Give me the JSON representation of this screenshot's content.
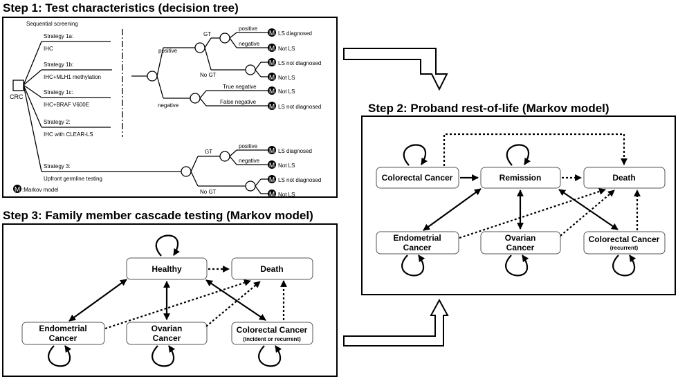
{
  "step1": {
    "title": "Step 1: Test characteristics (decision tree)",
    "sequential_label": "Sequential screening",
    "crc": "CRC",
    "strategies": [
      {
        "name": "Strategy 1a:",
        "desc": "IHC"
      },
      {
        "name": "Strategy 1b:",
        "desc": "IHC+MLH1 methylation"
      },
      {
        "name": "Strategy 1c:",
        "desc": "IHC+BRAF V600E"
      },
      {
        "name": "Strategy 2:",
        "desc": "IHC with CLEAR-LS"
      },
      {
        "name": "Strategy 3:",
        "desc": "Upfront germline testing"
      }
    ],
    "branch_positive": "positive",
    "branch_negative": "negative",
    "gt": "GT",
    "no_gt": "No GT",
    "leaf_positive": "positive",
    "leaf_negative": "negative",
    "true_negative": "True negative",
    "false_negative": "False negative",
    "outcome_ls_diagnosed": "LS diagnosed",
    "outcome_not_ls": "Not LS",
    "outcome_ls_not_diagnosed": "LS not diagnosed",
    "markov_letter": "M",
    "markov_legend": ":Markov model"
  },
  "step2": {
    "title": "Step 2: Proband rest-of-life (Markov model)",
    "nodes": {
      "colorectal": "Colorectal Cancer",
      "remission": "Remission",
      "death": "Death",
      "endometrial_1": "Endometrial",
      "endometrial_2": "Cancer",
      "ovarian_1": "Ovarian",
      "ovarian_2": "Cancer",
      "crc_recurrent": "Colorectal Cancer",
      "crc_recurrent_sub": "(recurrent)"
    }
  },
  "step3": {
    "title": "Step 3: Family member cascade testing (Markov model)",
    "nodes": {
      "healthy": "Healthy",
      "death": "Death",
      "endometrial_1": "Endometrial",
      "endometrial_2": "Cancer",
      "ovarian_1": "Ovarian",
      "ovarian_2": "Cancer",
      "crc": "Colorectal Cancer",
      "crc_sub": "(incident or recurrent)"
    }
  }
}
